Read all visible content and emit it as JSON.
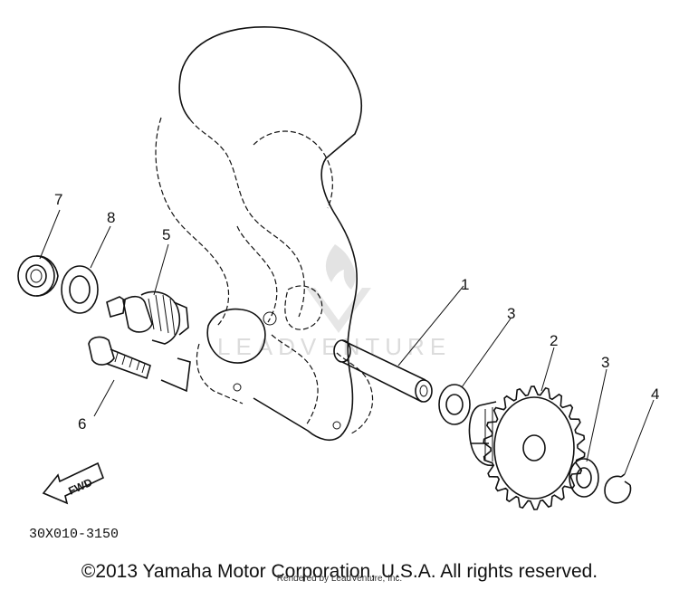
{
  "callouts": {
    "p1": "1",
    "p2": "2",
    "p3a": "3",
    "p3b": "3",
    "p4": "4",
    "p5": "5",
    "p6": "6",
    "p7": "7",
    "p8": "8"
  },
  "fwd_label": "FWD",
  "part_code": "30X010-3150",
  "watermark": "LEADVENTURE",
  "copyright": "©2013 Yamaha Motor Corporation, U.S.A. All rights reserved.",
  "credit": "Rendered by LeadVenture, Inc."
}
